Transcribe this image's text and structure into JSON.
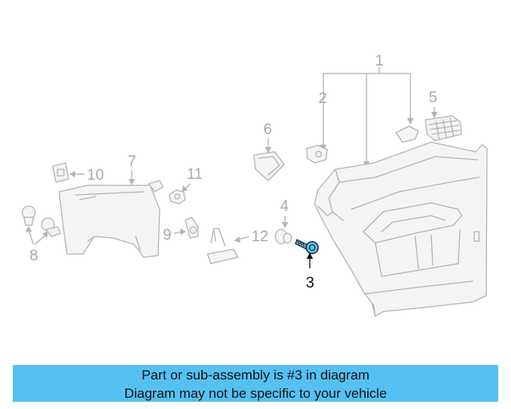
{
  "callouts": {
    "c1": "1",
    "c2": "2",
    "c3": "3",
    "c4": "4",
    "c5": "5",
    "c6": "6",
    "c7": "7",
    "c8": "8",
    "c9": "9",
    "c10": "10",
    "c11": "11",
    "c12": "12"
  },
  "highlighted_part": "3",
  "highlight_color": "#55c1f3",
  "banner": {
    "line1": "Part or sub-assembly is #3 in diagram",
    "line2": "Diagram may not be specific to your vehicle"
  }
}
